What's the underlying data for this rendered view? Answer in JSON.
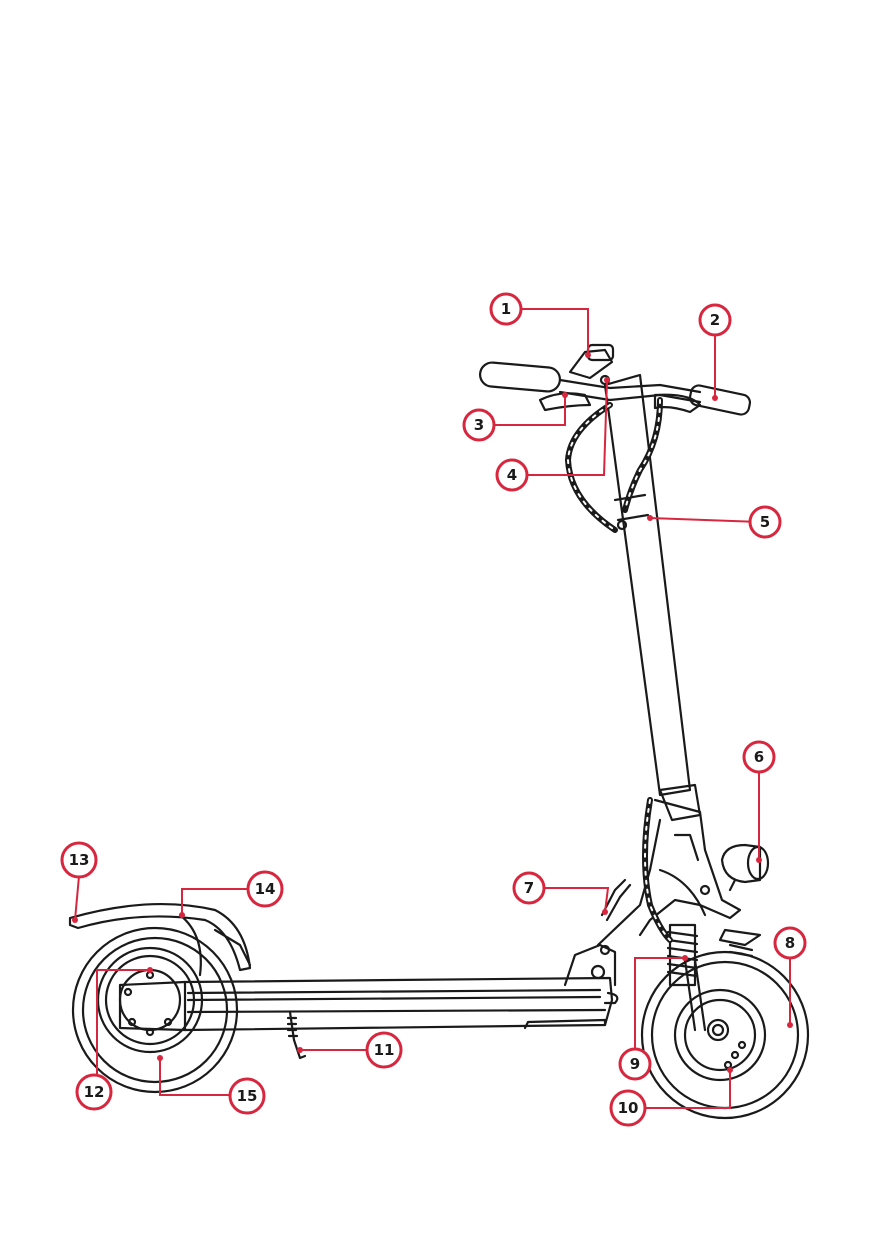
{
  "figure": {
    "type": "labeled-parts-diagram",
    "subject": "electric kick scooter, side view",
    "line_color": "#1a1a1a",
    "accent_color": "#d7263d",
    "background": "#ffffff"
  },
  "callouts": [
    {
      "id": "c1",
      "label": "1"
    },
    {
      "id": "c2",
      "label": "2"
    },
    {
      "id": "c3",
      "label": "3"
    },
    {
      "id": "c4",
      "label": "4"
    },
    {
      "id": "c5",
      "label": "5"
    },
    {
      "id": "c6",
      "label": "6"
    },
    {
      "id": "c7",
      "label": "7"
    },
    {
      "id": "c8",
      "label": "8"
    },
    {
      "id": "c9",
      "label": "9"
    },
    {
      "id": "c10",
      "label": "10"
    },
    {
      "id": "c11",
      "label": "11"
    },
    {
      "id": "c12",
      "label": "12"
    },
    {
      "id": "c13",
      "label": "13"
    },
    {
      "id": "c14",
      "label": "14"
    },
    {
      "id": "c15",
      "label": "15"
    }
  ]
}
